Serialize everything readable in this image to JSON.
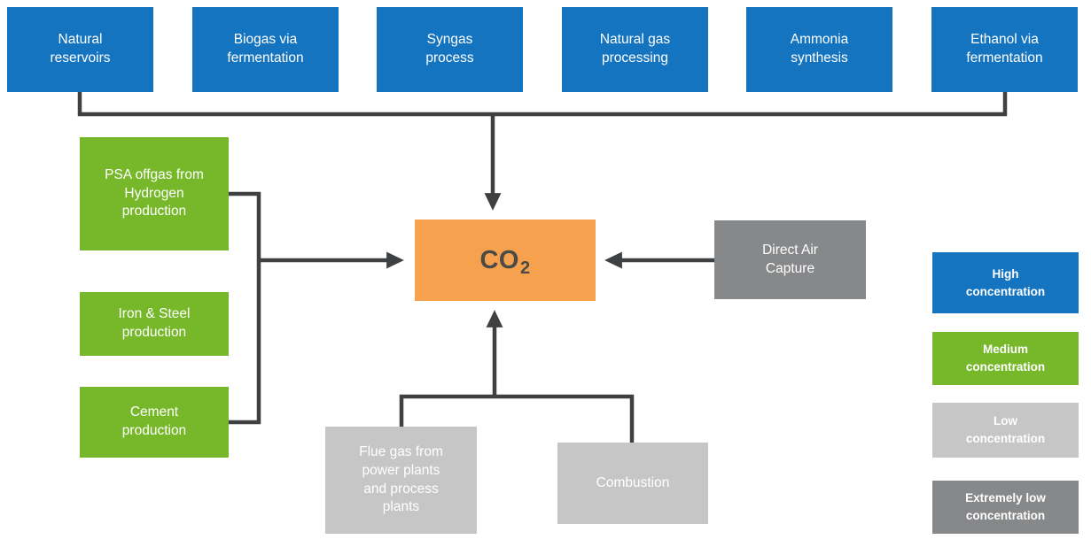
{
  "center_node": {
    "formula": "CO",
    "subscript": "2"
  },
  "top_sources": [
    {
      "label": "Natural\nreservoirs"
    },
    {
      "label": "Biogas via\nfermentation"
    },
    {
      "label": "Syngas\nprocess"
    },
    {
      "label": "Natural gas\nprocessing"
    },
    {
      "label": "Ammonia\nsynthesis"
    },
    {
      "label": "Ethanol via\nfermentation"
    }
  ],
  "left_sources": [
    {
      "label": "PSA offgas from\nHydrogen\nproduction"
    },
    {
      "label": "Iron & Steel\nproduction"
    },
    {
      "label": "Cement\nproduction"
    }
  ],
  "right_source": {
    "label": "Direct Air\nCapture"
  },
  "bottom_sources": [
    {
      "label": "Flue gas from\npower plants\nand process\nplants"
    },
    {
      "label": "Combustion"
    }
  ],
  "legend": [
    {
      "label": "High\nconcentration",
      "color": "#1574C0"
    },
    {
      "label": "Medium\nconcentration",
      "color": "#76B82A"
    },
    {
      "label": "Low\nconcentration",
      "color": "#C6C6C6"
    },
    {
      "label": "Extremely low\nconcentration",
      "color": "#87888A"
    }
  ],
  "colors": {
    "high_concentration": "#1574C0",
    "medium_concentration": "#76B82A",
    "low_concentration": "#C6C6C6",
    "extremely_low_concentration": "#87888A",
    "co2_box": "#F5A14E",
    "connector": "#3F4042"
  }
}
